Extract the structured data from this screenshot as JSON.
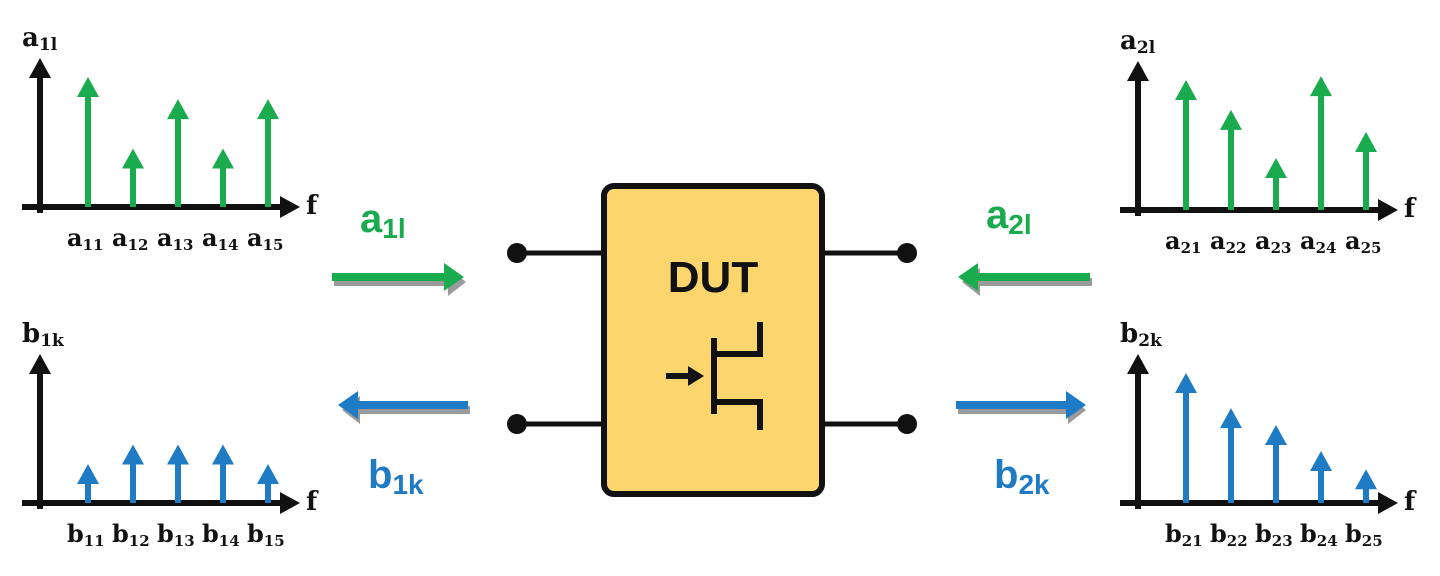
{
  "colors": {
    "green": "#1aab4f",
    "blue": "#1f7bc4",
    "box_fill": "#fcd66c",
    "ink": "#111111",
    "shadow": "#9a9a9a"
  },
  "dut": {
    "label": "DUT",
    "symbol": "transistor-icon"
  },
  "flow_labels": {
    "a1": {
      "main": "a",
      "sub": "1l"
    },
    "b1": {
      "main": "b",
      "sub": "1k"
    },
    "a2": {
      "main": "a",
      "sub": "2l"
    },
    "b2": {
      "main": "b",
      "sub": "2k"
    }
  },
  "spectra": [
    {
      "id": "a1",
      "series": "green",
      "y_label": {
        "main": "a",
        "sub": "1l"
      },
      "x_label": "f",
      "ticks": [
        {
          "main": "a",
          "sub": "11"
        },
        {
          "main": "a",
          "sub": "12"
        },
        {
          "main": "a",
          "sub": "13"
        },
        {
          "main": "a",
          "sub": "14"
        },
        {
          "main": "a",
          "sub": "15"
        }
      ],
      "amplitudes": [
        1.0,
        0.45,
        0.83,
        0.45,
        0.83
      ]
    },
    {
      "id": "b1",
      "series": "blue",
      "y_label": {
        "main": "b",
        "sub": "1k"
      },
      "x_label": "f",
      "ticks": [
        {
          "main": "b",
          "sub": "11"
        },
        {
          "main": "b",
          "sub": "12"
        },
        {
          "main": "b",
          "sub": "13"
        },
        {
          "main": "b",
          "sub": "14"
        },
        {
          "main": "b",
          "sub": "15"
        }
      ],
      "amplitudes": [
        0.3,
        0.45,
        0.45,
        0.45,
        0.3
      ]
    },
    {
      "id": "a2",
      "series": "green",
      "y_label": {
        "main": "a",
        "sub": "2l"
      },
      "x_label": "f",
      "ticks": [
        {
          "main": "a",
          "sub": "21"
        },
        {
          "main": "a",
          "sub": "22"
        },
        {
          "main": "a",
          "sub": "23"
        },
        {
          "main": "a",
          "sub": "24"
        },
        {
          "main": "a",
          "sub": "25"
        }
      ],
      "amplitudes": [
        1.0,
        0.77,
        0.4,
        1.03,
        0.6
      ]
    },
    {
      "id": "b2",
      "series": "blue",
      "y_label": {
        "main": "b",
        "sub": "2k"
      },
      "x_label": "f",
      "ticks": [
        {
          "main": "b",
          "sub": "21"
        },
        {
          "main": "b",
          "sub": "22"
        },
        {
          "main": "b",
          "sub": "23"
        },
        {
          "main": "b",
          "sub": "24"
        },
        {
          "main": "b",
          "sub": "25"
        }
      ],
      "amplitudes": [
        1.0,
        0.73,
        0.6,
        0.4,
        0.26
      ]
    }
  ]
}
